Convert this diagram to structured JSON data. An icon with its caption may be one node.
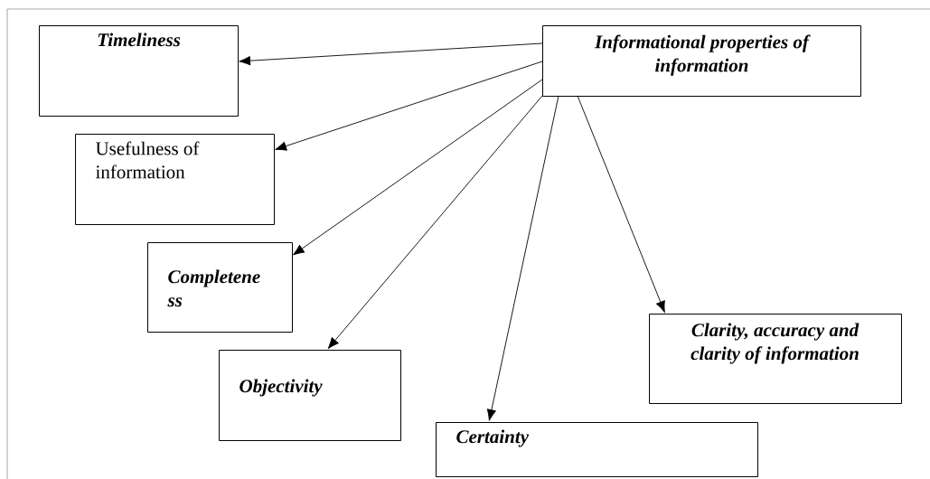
{
  "diagram": {
    "nodes": [
      {
        "text": [
          "Informational properties of information"
        ]
      },
      {
        "text": [
          "Timeliness"
        ]
      },
      {
        "text": [
          "Usefulness of information"
        ]
      },
      {
        "text": [
          "Completene ss"
        ]
      },
      {
        "text": [
          "Objectivity"
        ]
      },
      {
        "text": [
          "Certainty"
        ]
      },
      {
        "text": [
          "Clarity, accuracy and clarity of information"
        ]
      }
    ],
    "edges": [
      {
        "from": 0,
        "to": 1,
        "arrow": "to"
      },
      {
        "from": 0,
        "to": 2,
        "arrow": "to"
      },
      {
        "from": 0,
        "to": 3,
        "arrow": "to"
      },
      {
        "from": 0,
        "to": 4,
        "arrow": "to"
      },
      {
        "from": 0,
        "to": 5,
        "arrow": "to"
      },
      {
        "from": 0,
        "to": 6,
        "arrow": "to"
      }
    ]
  }
}
